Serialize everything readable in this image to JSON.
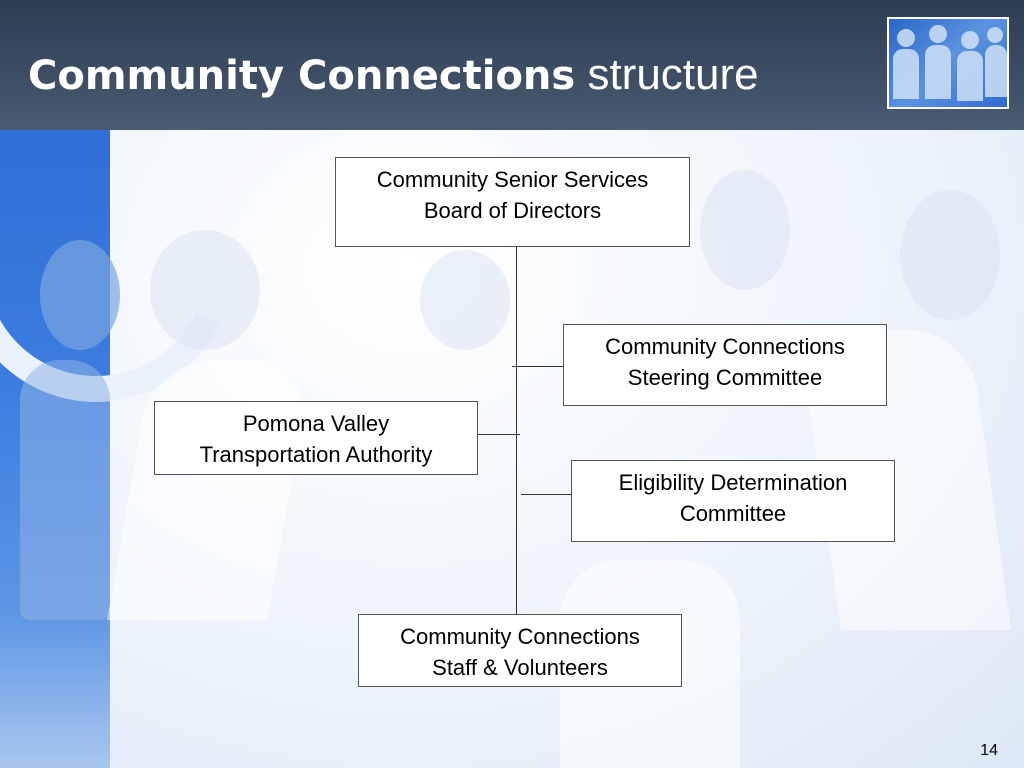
{
  "slide": {
    "title_bold": "Community Connections",
    "title_rest": "structure",
    "page_number": "14"
  },
  "org_chart": {
    "top": {
      "line1": "Community Senior Services",
      "line2": "Board of Directors"
    },
    "steering": {
      "line1": "Community Connections",
      "line2": "Steering Committee"
    },
    "transportation": {
      "line1": "Pomona Valley",
      "line2": "Transportation Authority"
    },
    "eligibility": {
      "line1": "Eligibility Determination",
      "line2": "Committee"
    },
    "staff": {
      "line1": "Community Connections",
      "line2": "Staff & Volunteers"
    }
  },
  "colors": {
    "header": "#3b4b62",
    "accent_blue": "#3b7de0",
    "box_border": "#555555"
  }
}
